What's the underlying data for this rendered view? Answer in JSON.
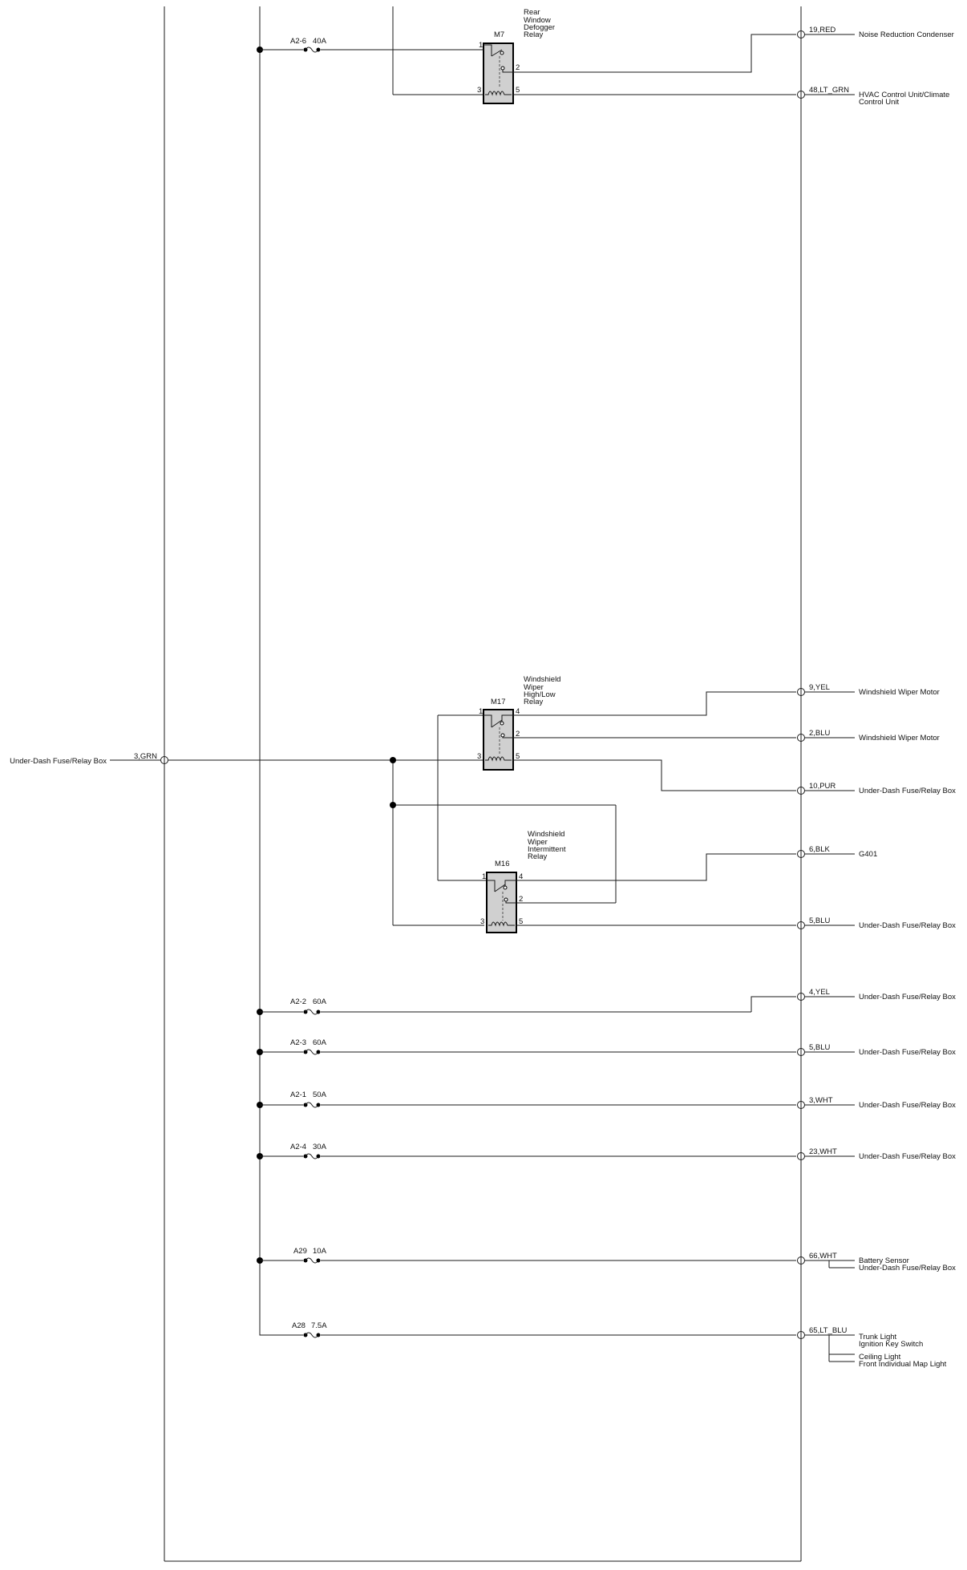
{
  "main_input": {
    "label": "Under-Dash Fuse/Relay Box",
    "wire": "3,GRN"
  },
  "relays": [
    {
      "id": "M7",
      "name_lines": [
        "Rear",
        "Window",
        "Defogger",
        "Relay"
      ],
      "pins": [
        "1",
        "2",
        "3",
        "5"
      ]
    },
    {
      "id": "M17",
      "name_lines": [
        "Windshield",
        "Wiper",
        "High/Low",
        "Relay"
      ],
      "pins": [
        "1",
        "4",
        "2",
        "3",
        "5"
      ]
    },
    {
      "id": "M16",
      "name_lines": [
        "Windshield",
        "Wiper",
        "Intermittent",
        "Relay"
      ],
      "pins": [
        "1",
        "4",
        "2",
        "3",
        "5"
      ]
    }
  ],
  "fuses": [
    {
      "id": "A2-6",
      "rating": "40A"
    },
    {
      "id": "A2-2",
      "rating": "60A"
    },
    {
      "id": "A2-3",
      "rating": "60A"
    },
    {
      "id": "A2-1",
      "rating": "50A"
    },
    {
      "id": "A2-4",
      "rating": "30A"
    },
    {
      "id": "A29",
      "rating": "10A"
    },
    {
      "id": "A28",
      "rating": "7.5A"
    }
  ],
  "outputs": [
    {
      "wire": "19,RED",
      "dest": [
        "Noise Reduction Condenser"
      ]
    },
    {
      "wire": "48,LT_GRN",
      "dest": [
        "HVAC Control Unit/Climate",
        "Control Unit"
      ]
    },
    {
      "wire": "9,YEL",
      "dest": [
        "Windshield Wiper Motor"
      ]
    },
    {
      "wire": "2,BLU",
      "dest": [
        "Windshield Wiper Motor"
      ]
    },
    {
      "wire": "10,PUR",
      "dest": [
        "Under-Dash Fuse/Relay Box"
      ]
    },
    {
      "wire": "6,BLK",
      "dest": [
        "G401"
      ]
    },
    {
      "wire": "5,BLU",
      "dest": [
        "Under-Dash Fuse/Relay Box"
      ]
    },
    {
      "wire": "4,YEL",
      "dest": [
        "Under-Dash Fuse/Relay Box"
      ]
    },
    {
      "wire": "5,BLU",
      "dest": [
        "Under-Dash Fuse/Relay Box"
      ]
    },
    {
      "wire": "3,WHT",
      "dest": [
        "Under-Dash Fuse/Relay Box"
      ]
    },
    {
      "wire": "23,WHT",
      "dest": [
        "Under-Dash Fuse/Relay Box"
      ]
    },
    {
      "wire": "66,WHT",
      "dest": [
        "Battery Sensor",
        "Under-Dash Fuse/Relay Box"
      ]
    },
    {
      "wire": "65,LT_BLU",
      "dest": [
        "Trunk Light",
        "Ignition Key Switch",
        "Ceiling Light",
        "Front Individual Map Light"
      ]
    }
  ],
  "colors": {
    "line": "#1a1a1a",
    "relay_fill": "#d0d0d0",
    "background": "#ffffff"
  }
}
